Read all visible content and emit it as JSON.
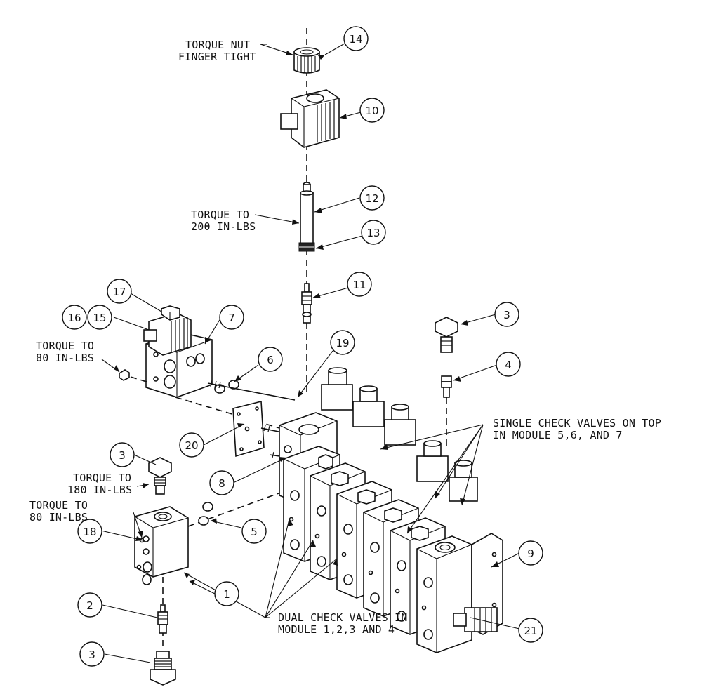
{
  "balloons": [
    {
      "id": "b14",
      "label": "14"
    },
    {
      "id": "b10",
      "label": "10"
    },
    {
      "id": "b12",
      "label": "12"
    },
    {
      "id": "b13",
      "label": "13"
    },
    {
      "id": "b11",
      "label": "11"
    },
    {
      "id": "b17",
      "label": "17"
    },
    {
      "id": "b16",
      "label": "16"
    },
    {
      "id": "b15",
      "label": "15"
    },
    {
      "id": "b7",
      "label": "7"
    },
    {
      "id": "b6",
      "label": "6"
    },
    {
      "id": "b19",
      "label": "19"
    },
    {
      "id": "b3a",
      "label": "3"
    },
    {
      "id": "b4",
      "label": "4"
    },
    {
      "id": "b20",
      "label": "20"
    },
    {
      "id": "b3b",
      "label": "3"
    },
    {
      "id": "b8",
      "label": "8"
    },
    {
      "id": "b18",
      "label": "18"
    },
    {
      "id": "b5",
      "label": "5"
    },
    {
      "id": "b9",
      "label": "9"
    },
    {
      "id": "b1",
      "label": "1"
    },
    {
      "id": "b2",
      "label": "2"
    },
    {
      "id": "b21",
      "label": "21"
    },
    {
      "id": "b3c",
      "label": "3"
    }
  ],
  "notes": {
    "torque_nut": [
      "TORQUE NUT",
      "FINGER TIGHT"
    ],
    "torque_200": [
      "TORQUE TO",
      "200 IN-LBS"
    ],
    "torque_80_top": [
      "TORQUE TO",
      "80 IN-LBS"
    ],
    "torque_180": [
      "TORQUE TO",
      "180 IN-LBS"
    ],
    "torque_80_left": [
      "TORQUE TO",
      "80 IN-LBS"
    ],
    "single_check": [
      "SINGLE CHECK VALVES ON TOP",
      "IN MODULE 5,6, AND 7"
    ],
    "dual_check": [
      "DUAL CHECK VALVES IN",
      "MODULE 1,2,3 AND 4"
    ]
  }
}
